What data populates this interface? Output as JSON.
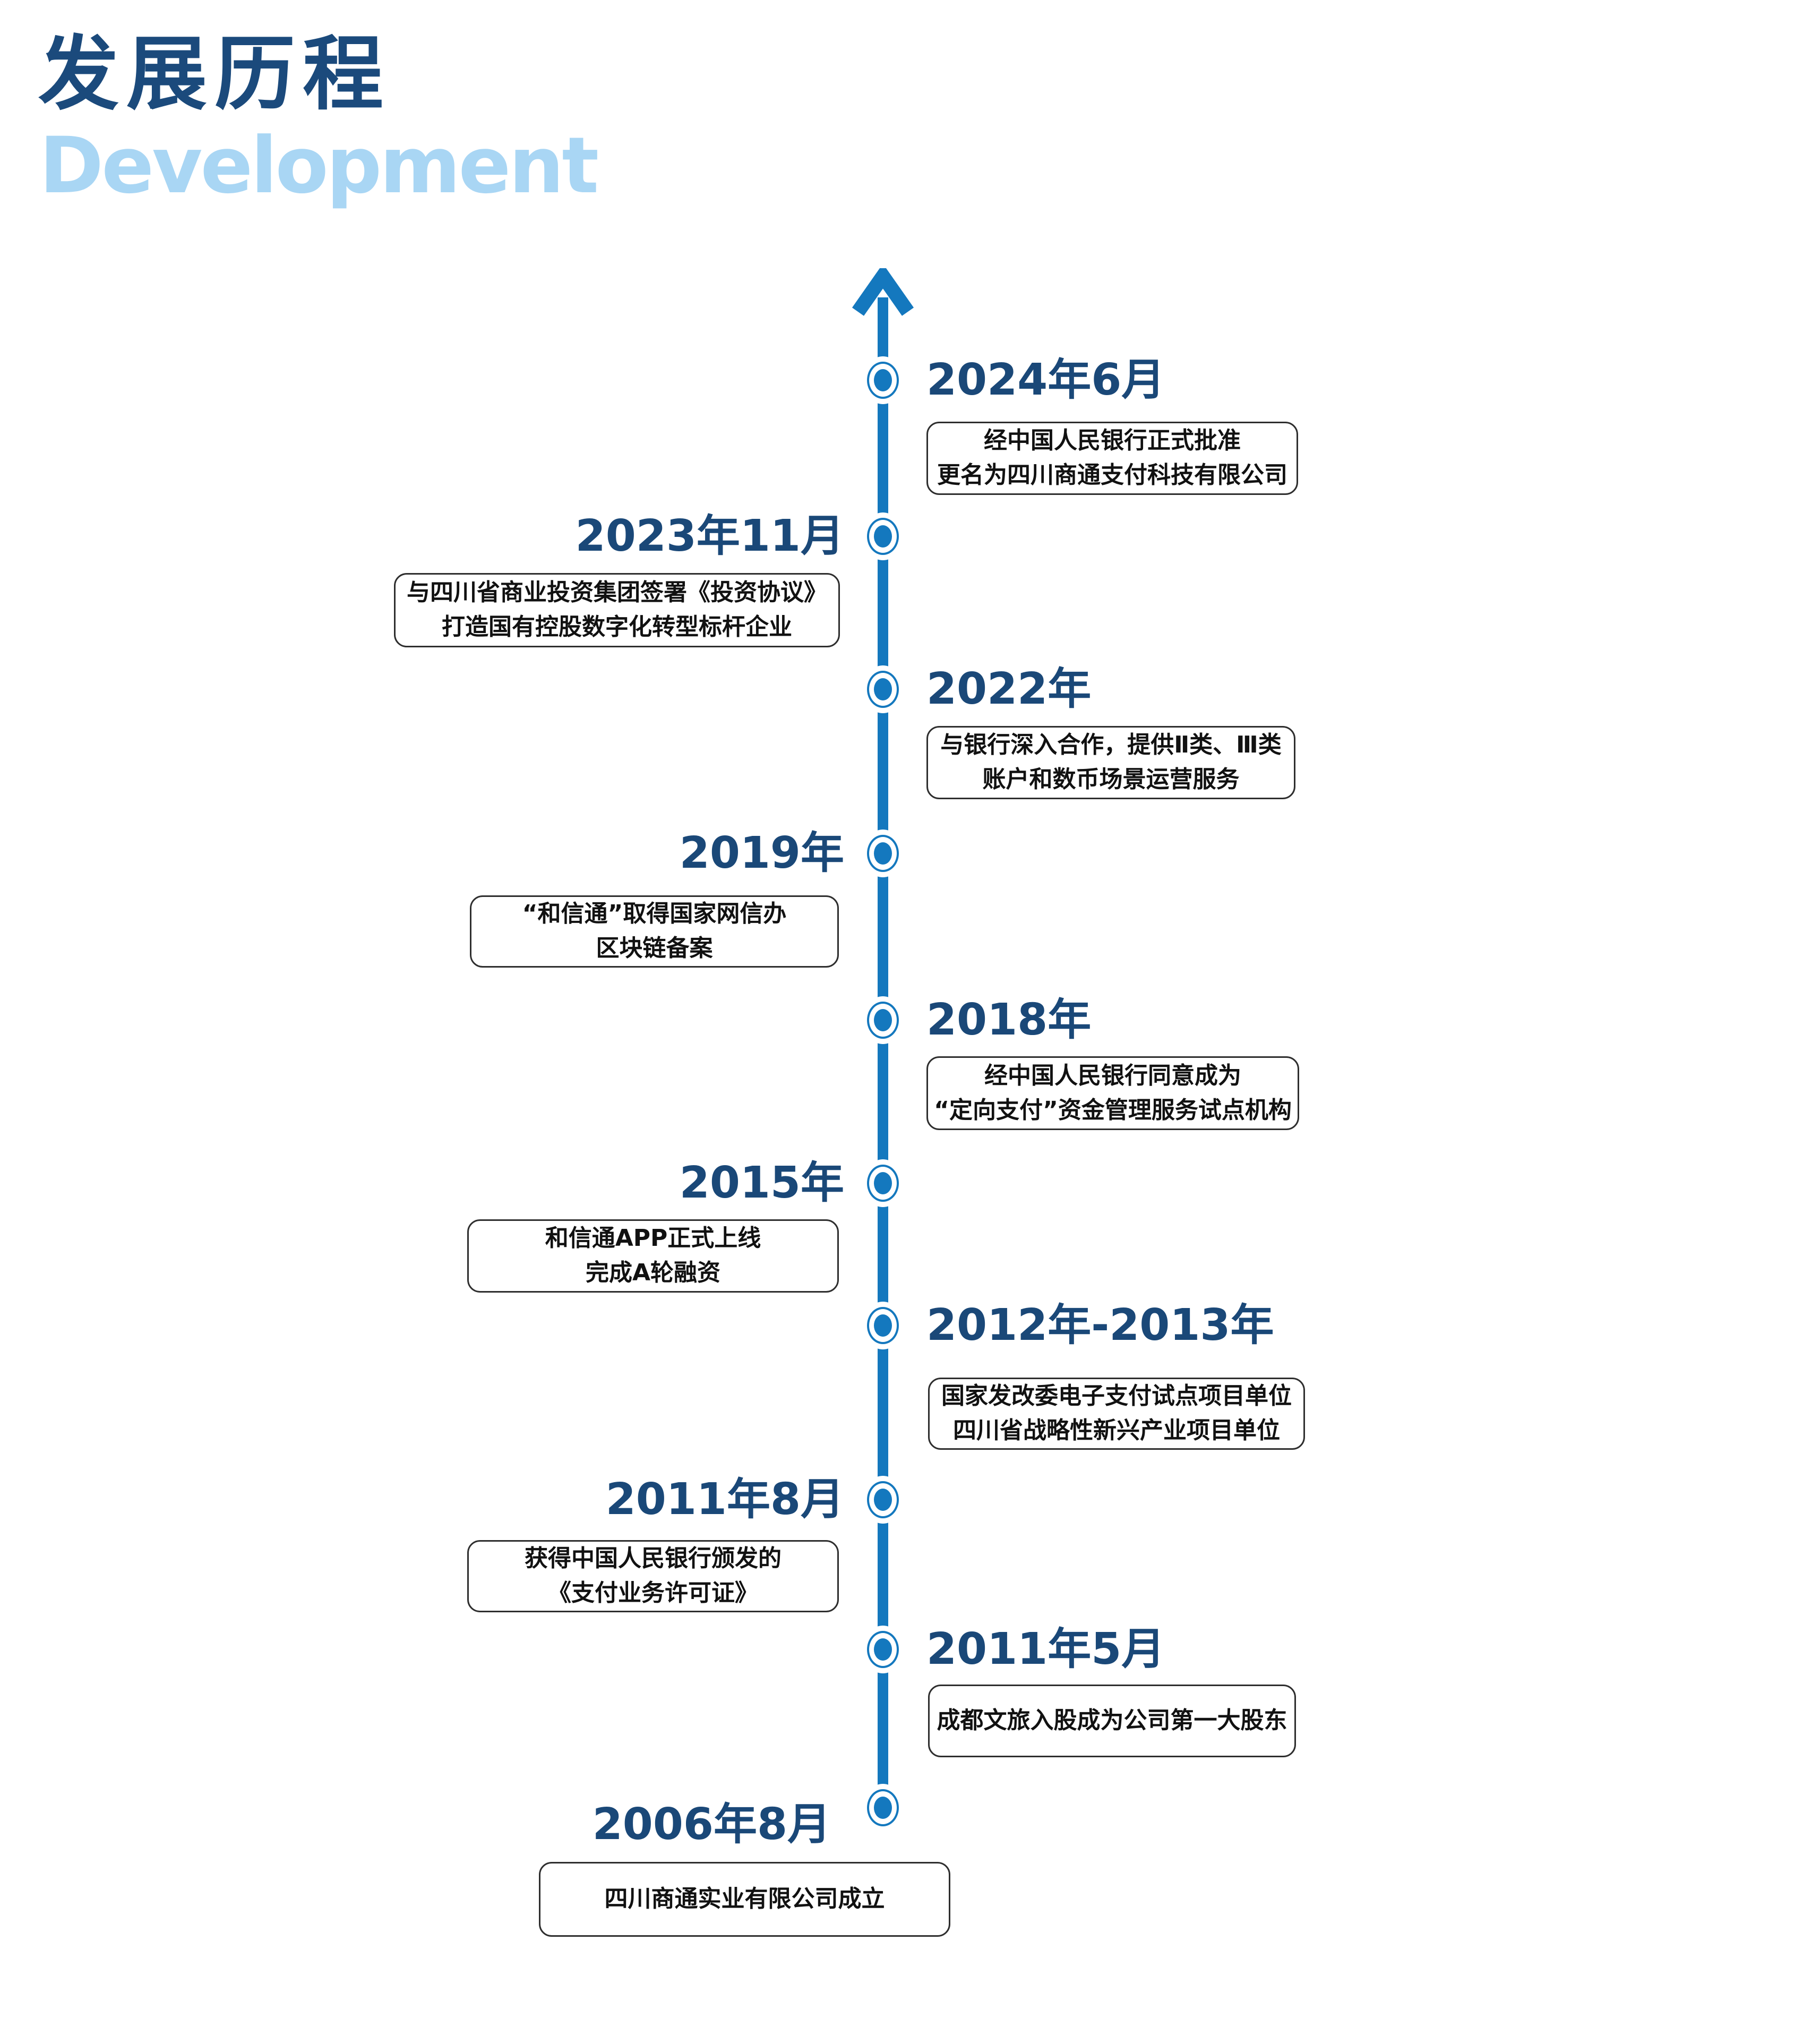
{
  "page": {
    "title": "发展历程",
    "subtitle": "Development"
  },
  "colors": {
    "title_navy": "#1b4a7c",
    "subtitle_light_blue": "#a9d6f4",
    "timeline_blue": "#1478be",
    "box_border": "#2e2e2e",
    "box_text": "#111111"
  },
  "timeline": {
    "entries": [
      {
        "date": "2024年6月",
        "side": "right",
        "lines": [
          "经中国人民银行正式批准",
          "更名为四川商通支付科技有限公司"
        ]
      },
      {
        "date": "2023年11月",
        "side": "left",
        "lines": [
          "与四川省商业投资集团签署《投资协议》",
          "打造国有控股数字化转型标杆企业"
        ]
      },
      {
        "date": "2022年",
        "side": "right",
        "lines": [
          "与银行深入合作，提供Ⅱ类、Ⅲ类",
          "账户和数币场景运营服务"
        ]
      },
      {
        "date": "2019年",
        "side": "left",
        "lines": [
          "“和信通”取得国家网信办",
          "区块链备案"
        ]
      },
      {
        "date": "2018年",
        "side": "right",
        "lines": [
          "经中国人民银行同意成为",
          "“定向支付”资金管理服务试点机构"
        ]
      },
      {
        "date": "2015年",
        "side": "left",
        "lines": [
          "和信通APP正式上线",
          "完成A轮融资"
        ]
      },
      {
        "date": "2012年-2013年",
        "side": "right",
        "lines": [
          "国家发改委电子支付试点项目单位",
          "四川省战略性新兴产业项目单位"
        ]
      },
      {
        "date": "2011年8月",
        "side": "left",
        "lines": [
          "获得中国人民银行颁发的",
          "《支付业务许可证》"
        ]
      },
      {
        "date": "2011年5月",
        "side": "right",
        "lines": [
          "成都文旅入股成为公司第一大股东"
        ]
      },
      {
        "date": "2006年8月",
        "side": "left",
        "lines": [
          "四川商通实业有限公司成立"
        ]
      }
    ]
  }
}
